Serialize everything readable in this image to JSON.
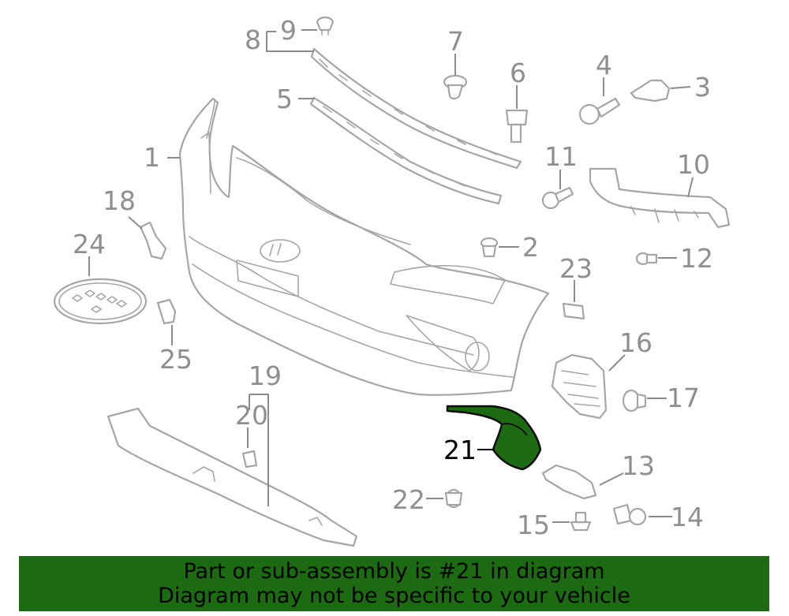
{
  "colors": {
    "highlight": "#1c6b12",
    "line": "#a6a6a6",
    "label": "#8f8f8f"
  },
  "callouts": {
    "c1": "1",
    "c2": "2",
    "c3": "3",
    "c4": "4",
    "c5": "5",
    "c6": "6",
    "c7": "7",
    "c8": "8",
    "c9": "9",
    "c10": "10",
    "c11": "11",
    "c12": "12",
    "c13": "13",
    "c14": "14",
    "c15": "15",
    "c16": "16",
    "c17": "17",
    "c18": "18",
    "c19": "19",
    "c20": "20",
    "c21": "21",
    "c22": "22",
    "c23": "23",
    "c24": "24",
    "c25": "25"
  },
  "highlighted_part": "21",
  "footer": {
    "line1": "Part or sub-assembly is #21 in diagram",
    "line2": "Diagram may not be specific to your vehicle"
  }
}
